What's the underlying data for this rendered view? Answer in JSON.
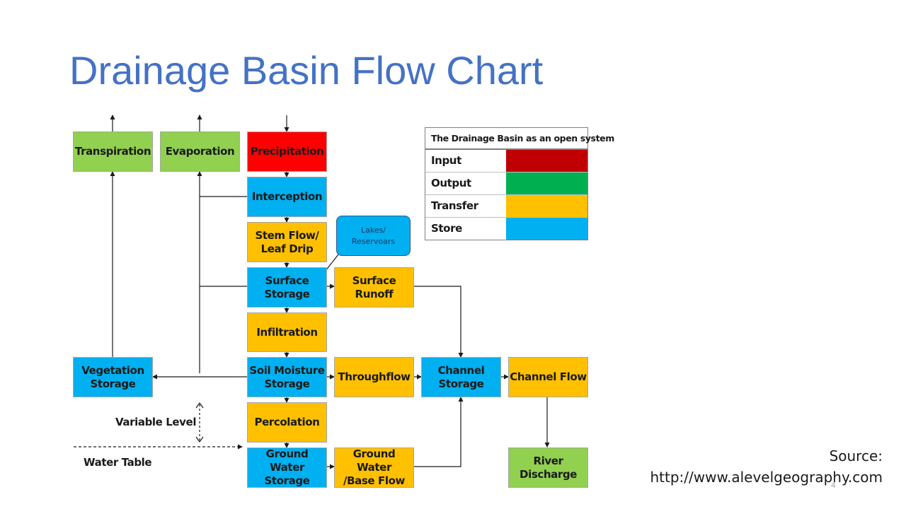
{
  "title": "Drainage Basin Flow Chart",
  "colors": {
    "input": "#ff0000",
    "output": "#92d050",
    "transfer": "#ffc000",
    "store": "#00b0f0",
    "legend_input": "#c00000",
    "legend_output": "#00b050",
    "title": "#4472c4"
  },
  "nodes": {
    "transpiration": "Transpiration",
    "evaporation": "Evaporation",
    "precipitation": "Precipitation",
    "interception": "Interception",
    "stem_flow": "Stem Flow/\nLeaf Drip",
    "surface_storage": "Surface\nStorage",
    "surface_runoff": "Surface\nRunoff",
    "infiltration": "Infiltration",
    "vegetation_storage": "Vegetation\nStorage",
    "soil_moisture_storage": "Soil Moisture\nStorage",
    "throughflow": "Throughflow",
    "channel_storage": "Channel\nStorage",
    "channel_flow": "Channel Flow",
    "percolation": "Percolation",
    "ground_water_storage": "Ground Water\nStorage",
    "ground_water_base_flow": "Ground Water\n/Base Flow",
    "river_discharge": "River\nDischarge"
  },
  "callout": "Lakes/\nReservoars",
  "labels": {
    "variable_level": "Variable Level",
    "water_table": "Water Table"
  },
  "legend": {
    "title": "The Drainage Basin as an open system",
    "rows": [
      {
        "label": "Input",
        "color": "#c00000"
      },
      {
        "label": "Output",
        "color": "#00b050"
      },
      {
        "label": "Transfer",
        "color": "#ffc000"
      },
      {
        "label": "Store",
        "color": "#00b0f0"
      }
    ]
  },
  "source": {
    "line1": "Source:",
    "line2": "http://www.alevelgeography.com"
  },
  "page_number": "4"
}
